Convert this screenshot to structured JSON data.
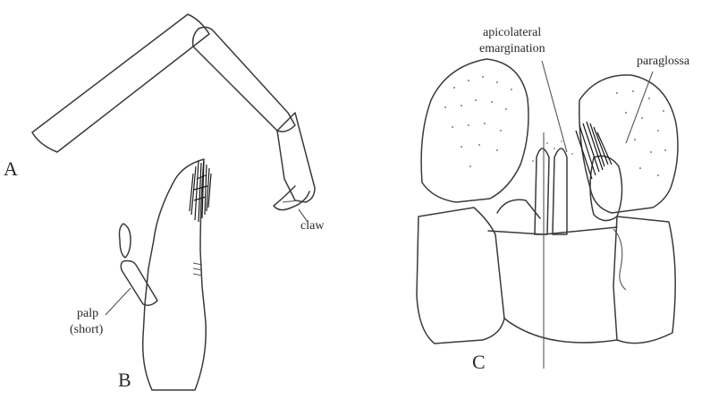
{
  "figure": {
    "panels": [
      {
        "id": "A",
        "label": "A"
      },
      {
        "id": "B",
        "label": "B"
      },
      {
        "id": "C",
        "label": "C"
      }
    ],
    "callouts": {
      "claw": "claw",
      "palp_line1": "palp",
      "palp_line2": "(short)",
      "apicolateral_line1": "apicolateral",
      "apicolateral_line2": "emargination",
      "paraglossa": "paraglossa"
    }
  }
}
